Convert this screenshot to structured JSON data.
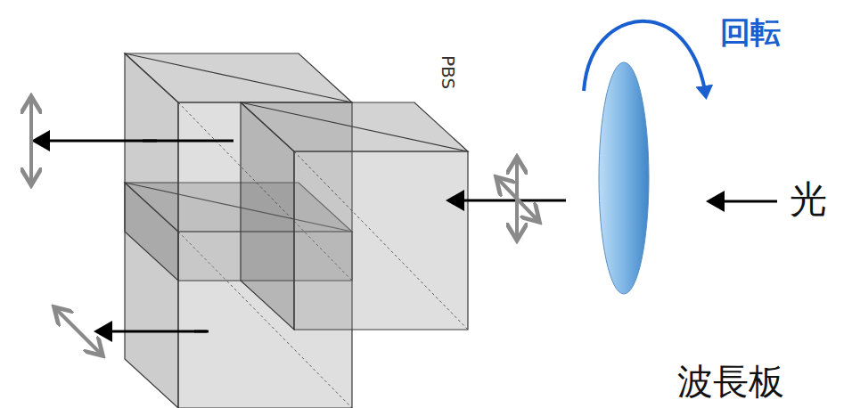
{
  "diagram": {
    "labels": [
      "PBS",
      "回転",
      "光",
      "波長板"
    ]
  }
}
